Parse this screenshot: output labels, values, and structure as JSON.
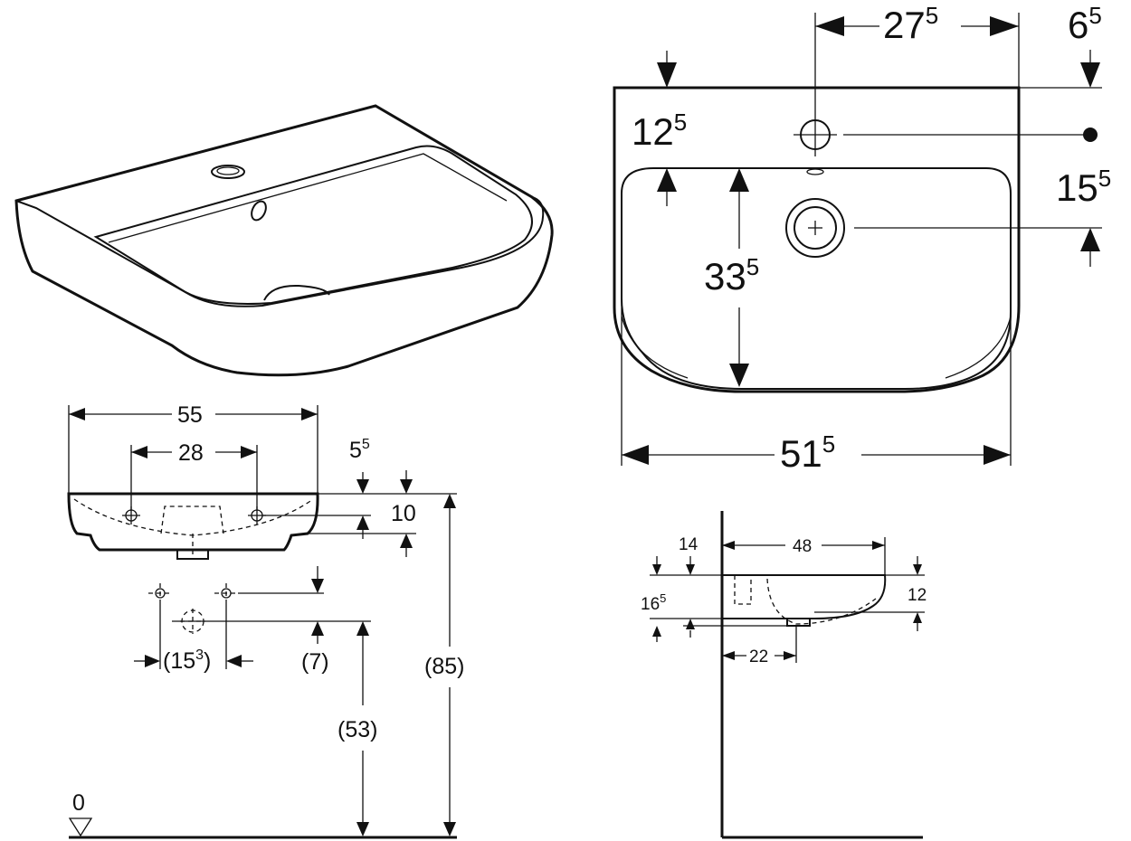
{
  "drawing": {
    "top_view": {
      "dim_27_5": {
        "main": "27",
        "sup": "5"
      },
      "dim_6_5": {
        "main": "6",
        "sup": "5"
      },
      "dim_12_5": {
        "main": "12",
        "sup": "5"
      },
      "dim_15_5": {
        "main": "15",
        "sup": "5"
      },
      "dim_33_5": {
        "main": "33",
        "sup": "5"
      },
      "dim_51_5": {
        "main": "51",
        "sup": "5"
      }
    },
    "front_view": {
      "dim_55": "55",
      "dim_28": "28",
      "dim_5_5": {
        "main": "5",
        "sup": "5"
      },
      "dim_10": "10",
      "dim_15_3": {
        "open": "(15",
        "sup": "3",
        "close": ")"
      },
      "dim_7": "(7)",
      "dim_53": "(53)",
      "dim_85": "(85)",
      "floor_level": "0"
    },
    "side_view": {
      "dim_14": "14",
      "dim_48": "48",
      "dim_16_5": {
        "main": "16",
        "sup": "5"
      },
      "dim_12": "12",
      "dim_22": "22"
    }
  }
}
